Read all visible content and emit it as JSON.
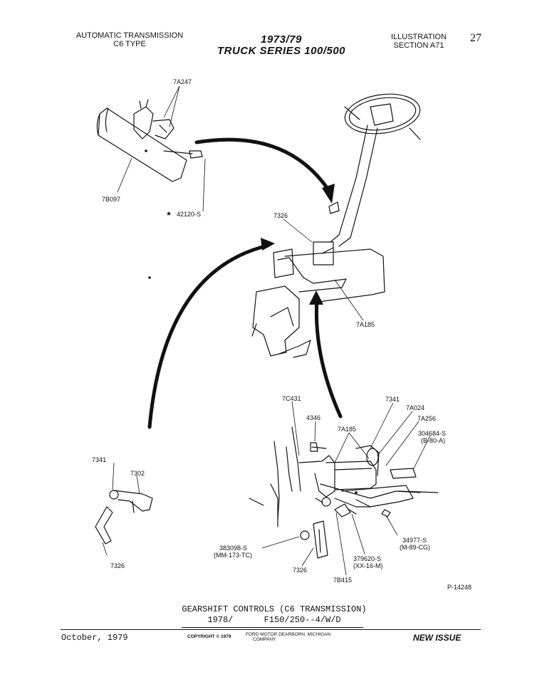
{
  "header": {
    "left_line1": "AUTOMATIC TRANSMISSION",
    "left_line2": "C6 TYPE",
    "center_line1": "1973/79",
    "center_line2": "TRUCK SERIES 100/500",
    "right_line1": "ILLUSTRATION",
    "right_line2": "SECTION A71",
    "page_number": "27"
  },
  "labels": {
    "l_7a247": "7A247",
    "l_7b097": "7B097",
    "l_42120": "42120-S",
    "l_7326_top": "7326",
    "l_7a185_mid": "7A185",
    "l_7c431": "7C431",
    "l_4346": "4346",
    "l_7a185_low": "7A185",
    "l_7341_right": "7341",
    "l_7a024": "7A024",
    "l_7a256": "7A256",
    "l_304684_1": "304684-S",
    "l_304684_2": "(B-80-A)",
    "l_7341_left": "7341",
    "l_7302": "7302",
    "l_7326_left": "7326",
    "l_383098_1": "383098-S",
    "l_383098_2": "(MM-173-TC)",
    "l_7326_low": "7326",
    "l_379620_1": "379620-S",
    "l_379620_2": "(XX-16-M)",
    "l_7b415": "7B415",
    "l_34977_1": "34977-S",
    "l_34977_2": "(M-89-CG)",
    "l_p14248": "P-14248"
  },
  "caption": {
    "line1": "GEARSHIFT CONTROLS (C6 TRANSMISSION)",
    "line2": "1978/      F150/250--4/W/D"
  },
  "footer": {
    "date": "October, 1979",
    "copyright": "COPYRIGHT © 1979",
    "company_line1": "FORD MOTOR  DEARBORN, MICHIGAN",
    "company_line2": "COMPANY",
    "status": "NEW ISSUE"
  }
}
